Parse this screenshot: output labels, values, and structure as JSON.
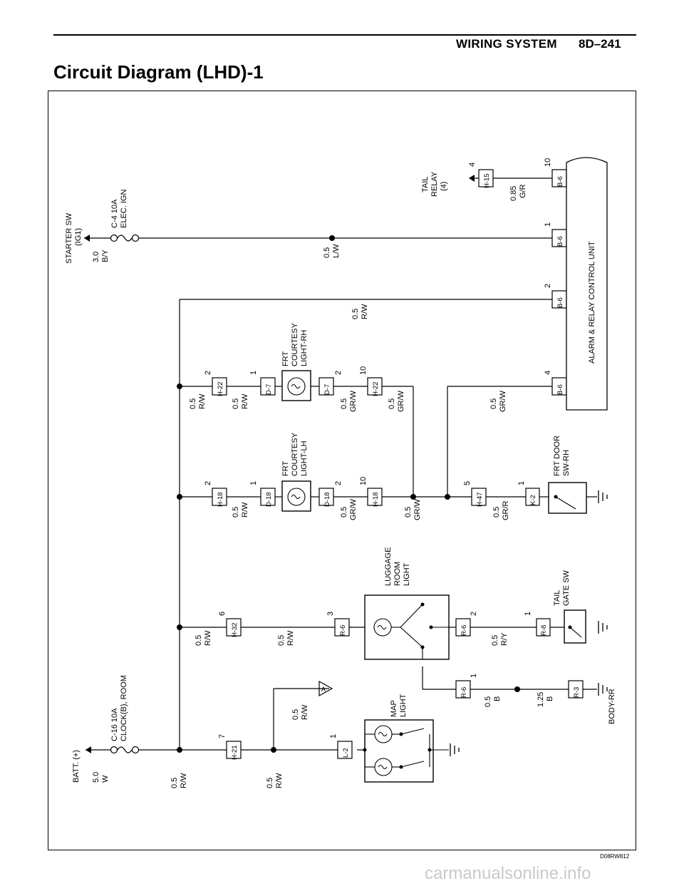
{
  "header": {
    "section_title": "WIRING SYSTEM",
    "page_number": "8D–241"
  },
  "document_title": "Circuit Diagram (LHD)-1",
  "drawing_id": "D08RW812",
  "footer_watermark": "carmanualsonline.info",
  "diagram": {
    "power_sources": {
      "batt": {
        "name": "BATT. (+)",
        "fuse": "C-16 10A",
        "fuse_circuit": "CLOCK(B), ROOM",
        "wire_size": "5.0",
        "wire_color": "W"
      },
      "starter": {
        "name": "STARTER SW",
        "name2": "(IG1)",
        "fuse": "C-4 10A",
        "fuse_circuit": "ELEC. IGN",
        "wire_size": "3.0",
        "wire_color": "B/Y"
      },
      "tail_relay": {
        "name": "TAIL",
        "name2": "RELAY",
        "name3": "(4)"
      }
    },
    "components": {
      "map_light": {
        "l1": "MAP",
        "l2": "LIGHT"
      },
      "luggage_light": {
        "l1": "LUGGAGE",
        "l2": "ROOM",
        "l3": "LIGHT"
      },
      "tail_gate_sw": {
        "l1": "TAIL",
        "l2": "GATE SW"
      },
      "courtesy_lh": {
        "l1": "FRT",
        "l2": "COURTESY",
        "l3": "LIGHT-LH"
      },
      "courtesy_rh": {
        "l1": "FRT",
        "l2": "COURTESY",
        "l3": "LIGHT-RH"
      },
      "frt_door_sw": {
        "l1": "FRT DOOR",
        "l2": "SW-RH"
      },
      "control_unit": "ALARM & RELAY CONTROL UNIT"
    },
    "connectors": {
      "h21": {
        "id": "H-21",
        "pin": "7"
      },
      "l2": {
        "id": "L-2",
        "pin": "1"
      },
      "h32": {
        "id": "H-32",
        "pin": "6"
      },
      "r6_in": {
        "id": "R-6",
        "pin": "3"
      },
      "r6_out": {
        "id": "R-6",
        "pin": "2"
      },
      "r6_gnd": {
        "id": "R-6",
        "pin": "1"
      },
      "r8": {
        "id": "R-8",
        "pin": "1"
      },
      "r3": {
        "id": "R-3"
      },
      "h18_in": {
        "id": "H-18",
        "pin": "2"
      },
      "d18_in": {
        "id": "D-18",
        "pin": "1"
      },
      "d18_out": {
        "id": "D-18",
        "pin": "2"
      },
      "h18_out": {
        "id": "H-18",
        "pin": "10"
      },
      "h47": {
        "id": "H-47",
        "pin": "5"
      },
      "k2": {
        "id": "K-2",
        "pin": "1"
      },
      "h22_in": {
        "id": "H-22",
        "pin": "2"
      },
      "d7_in": {
        "id": "D-7",
        "pin": "1"
      },
      "d7_out": {
        "id": "D-7",
        "pin": "2"
      },
      "h22_out": {
        "id": "H-22",
        "pin": "10"
      },
      "b6_4": {
        "id": "B-6",
        "pin": "4"
      },
      "b6_2": {
        "id": "B-6",
        "pin": "2"
      },
      "b6_1": {
        "id": "B-6",
        "pin": "1"
      },
      "b6_10": {
        "id": "B-6",
        "pin": "10"
      },
      "h15": {
        "id": "H-15",
        "pin": "4"
      }
    },
    "wires": {
      "rw_main": {
        "size": "0.5",
        "color": "R/W"
      },
      "rw_map_branch": {
        "size": "0.5",
        "color": "R/W"
      },
      "rw_to_a": {
        "size": "0.5",
        "color": "R/W"
      },
      "rw_h32": {
        "size": "0.5",
        "color": "R/W"
      },
      "rw_luggage": {
        "size": "0.5",
        "color": "R/W"
      },
      "ry_tailgate": {
        "size": "0.5",
        "color": "R/Y"
      },
      "b_r6": {
        "size": "0.5",
        "color": "B"
      },
      "b_body": {
        "size": "1.25",
        "color": "B"
      },
      "rw_d18": {
        "size": "0.5",
        "color": "R/W"
      },
      "grw_d18": {
        "size": "0.5",
        "color": "GR/W"
      },
      "grw_junction": {
        "size": "0.5",
        "color": "GR/W"
      },
      "grr_k2": {
        "size": "0.5",
        "color": "GR/R"
      },
      "rw_h22": {
        "size": "0.5",
        "color": "R/W"
      },
      "rw_d7": {
        "size": "0.5",
        "color": "R/W"
      },
      "grw_d7": {
        "size": "0.5",
        "color": "GR/W"
      },
      "grw_h22": {
        "size": "0.5",
        "color": "GR/W"
      },
      "grw_b6": {
        "size": "0.5",
        "color": "GR/W"
      },
      "rw_b6": {
        "size": "0.5",
        "color": "R/W"
      },
      "lw_ign": {
        "size": "0.5",
        "color": "L/W"
      },
      "gr_tail": {
        "size": "0.85",
        "color": "G/R"
      }
    },
    "ground_label": "BODY-RR",
    "reference_label": "A"
  }
}
